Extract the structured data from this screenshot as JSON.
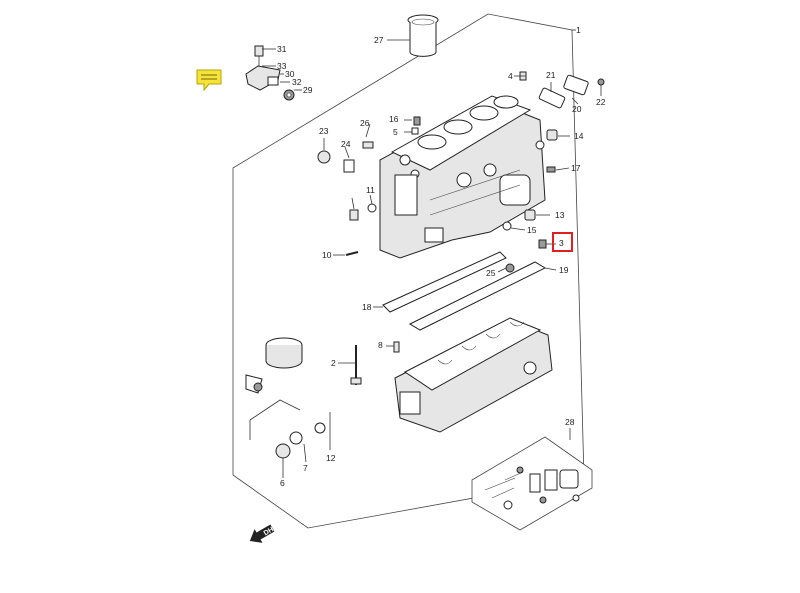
{
  "diagram": {
    "highlighted_callout": "3",
    "colors": {
      "highlight": "#e02020",
      "note": "#f4e33a",
      "line": "#333333"
    },
    "direction_label": "DH",
    "icons": {
      "note": "note-icon",
      "direction": "forward-arrow-icon"
    },
    "callouts": [
      {
        "id": "1",
        "text": "1"
      },
      {
        "id": "2",
        "text": "2"
      },
      {
        "id": "3",
        "text": "3"
      },
      {
        "id": "4",
        "text": "4"
      },
      {
        "id": "5",
        "text": "5"
      },
      {
        "id": "6",
        "text": "6"
      },
      {
        "id": "7",
        "text": "7"
      },
      {
        "id": "8",
        "text": "8"
      },
      {
        "id": "10",
        "text": "10"
      },
      {
        "id": "11",
        "text": "11"
      },
      {
        "id": "12",
        "text": "12"
      },
      {
        "id": "13",
        "text": "13"
      },
      {
        "id": "14",
        "text": "14"
      },
      {
        "id": "15",
        "text": "15"
      },
      {
        "id": "16",
        "text": "16"
      },
      {
        "id": "17",
        "text": "17"
      },
      {
        "id": "18",
        "text": "18"
      },
      {
        "id": "19",
        "text": "19"
      },
      {
        "id": "20",
        "text": "20"
      },
      {
        "id": "21",
        "text": "21"
      },
      {
        "id": "22",
        "text": "22"
      },
      {
        "id": "23",
        "text": "23"
      },
      {
        "id": "24",
        "text": "24"
      },
      {
        "id": "25",
        "text": "25"
      },
      {
        "id": "26",
        "text": "26"
      },
      {
        "id": "27",
        "text": "27"
      },
      {
        "id": "28",
        "text": "28"
      },
      {
        "id": "29",
        "text": "29"
      },
      {
        "id": "30",
        "text": "30"
      },
      {
        "id": "31",
        "text": "31"
      },
      {
        "id": "32",
        "text": "32"
      },
      {
        "id": "33",
        "text": "33"
      }
    ]
  }
}
